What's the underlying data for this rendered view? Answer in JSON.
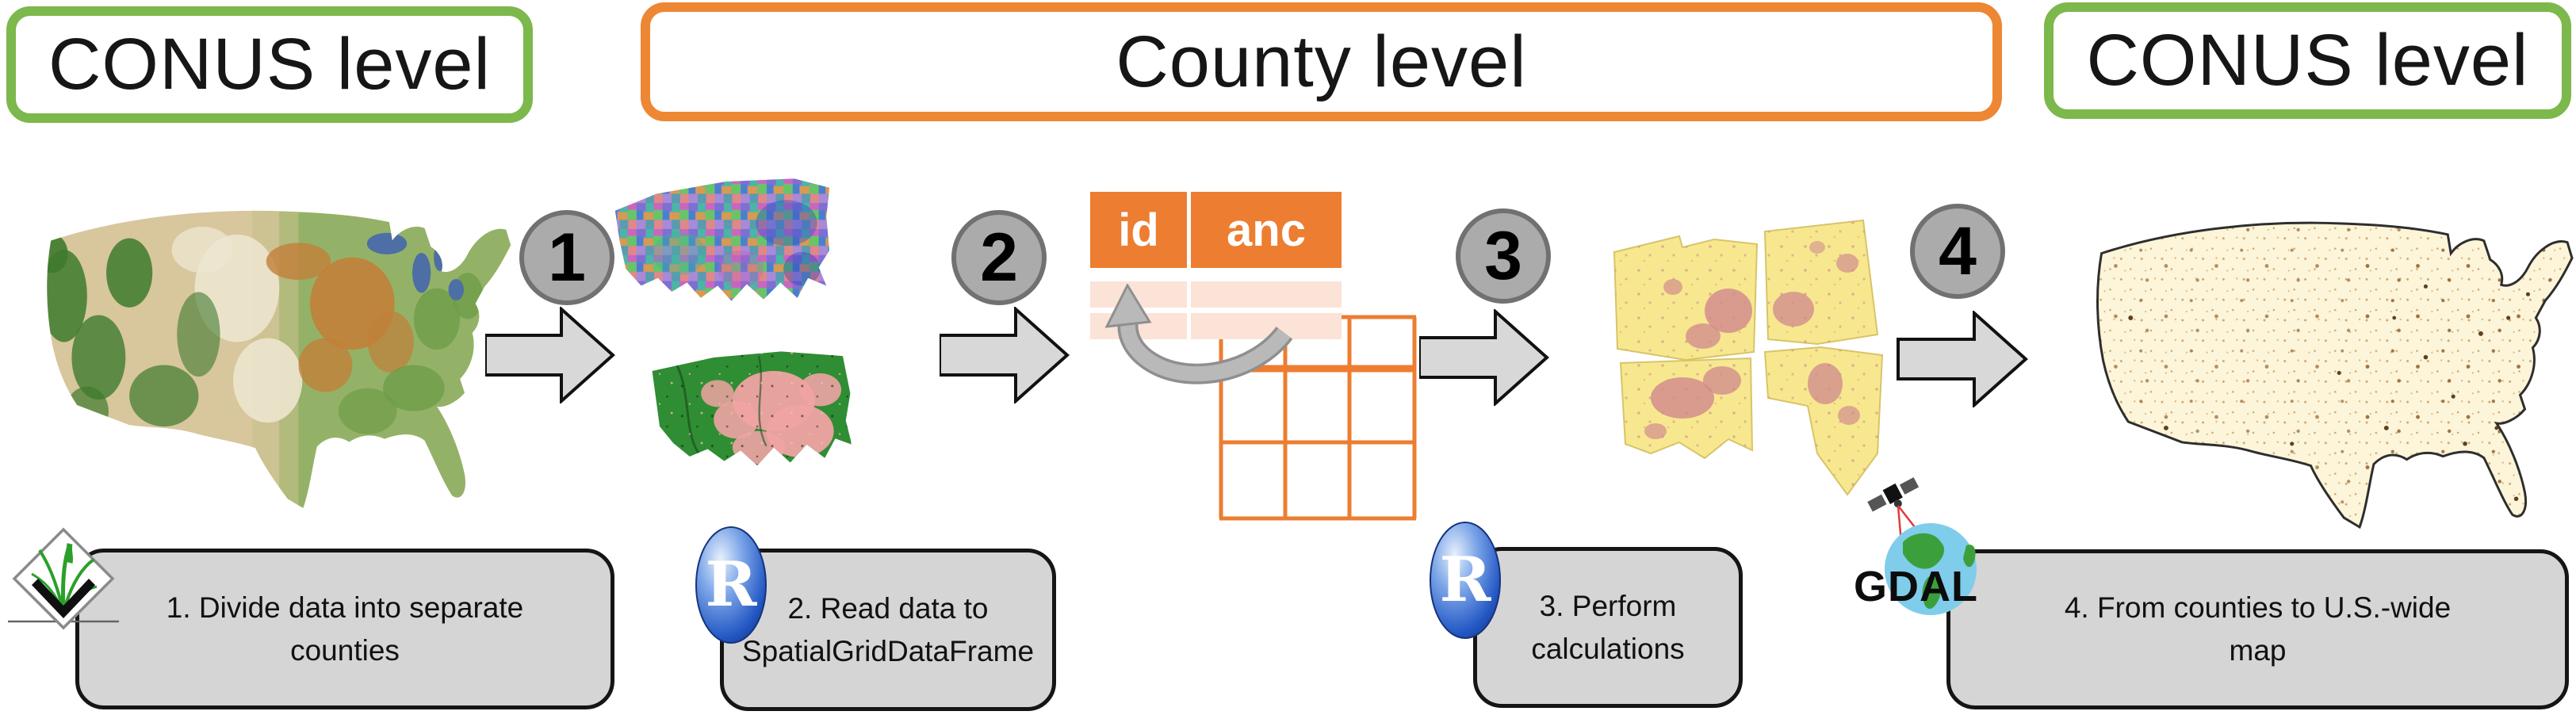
{
  "header": {
    "left_label": "CONUS level",
    "middle_label": "County level",
    "right_label": "CONUS level"
  },
  "steps": [
    {
      "number": "1",
      "caption_lines": [
        "1. Divide data into separate",
        "counties"
      ]
    },
    {
      "number": "2",
      "caption_lines": [
        "2. Read data to",
        "SpatialGridDataFrame"
      ]
    },
    {
      "number": "3",
      "caption_lines": [
        "3. Perform",
        "calculations"
      ]
    },
    {
      "number": "4",
      "caption_lines": [
        "4. From counties to U.S.-wide",
        "map"
      ]
    }
  ],
  "attribute_table": {
    "headers": [
      "id",
      "anc"
    ]
  },
  "logos": {
    "r_label": "R",
    "gdal_label": "GDAL"
  },
  "colors": {
    "conus_box_border": "#7cb84c",
    "county_box_border": "#ed8733",
    "table_header_fill": "#ed7d31",
    "table_row_fill": "#fbe3d7",
    "grid_line": "#ed7d31",
    "step_circle_fill": "#ababab",
    "arrow_fill": "#d8d8d8",
    "caption_box_fill": "#d5d5d5"
  }
}
